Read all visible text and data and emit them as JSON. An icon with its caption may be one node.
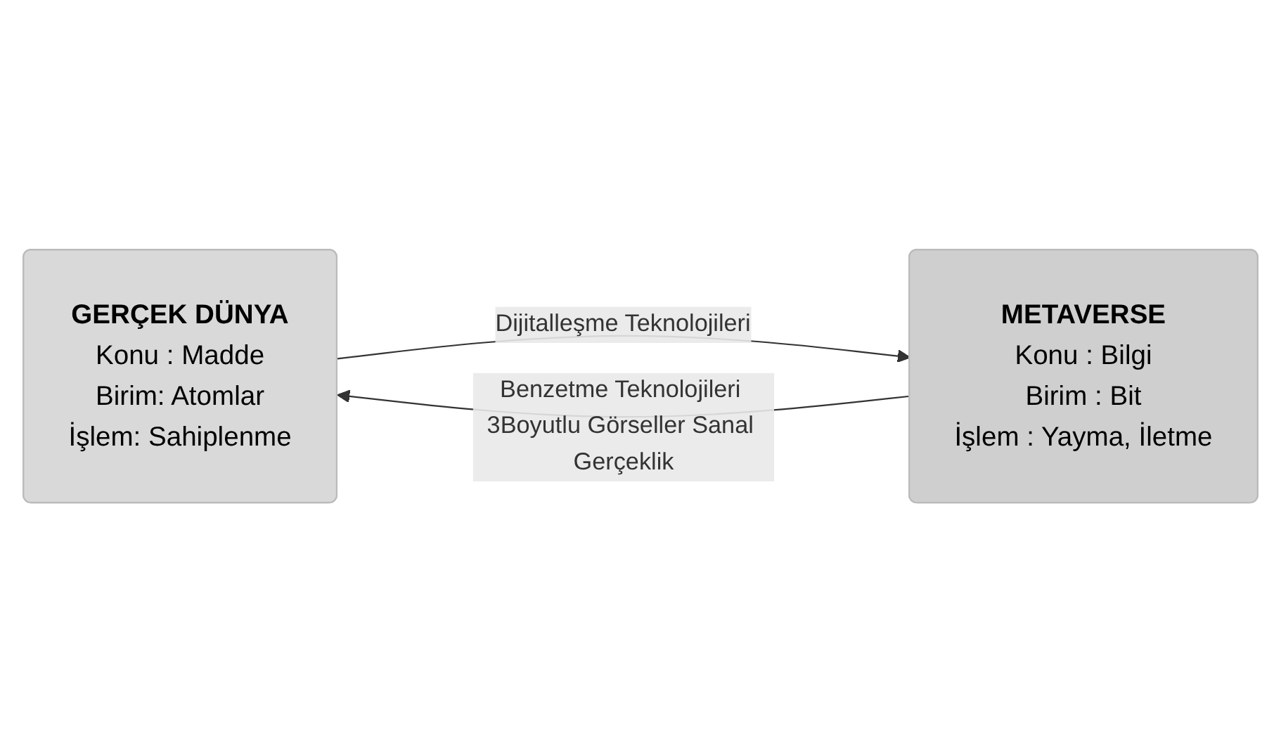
{
  "diagram": {
    "nodes": [
      {
        "text": [
          "GERÇEK DÜNYA",
          "Konu : Madde",
          "Birim: Atomlar",
          "İşlem: Sahiplenme"
        ]
      },
      {
        "text": [
          "METAVERSE",
          "Konu : Bilgi",
          "Birim : Bit",
          "İşlem : Yayma, İletme"
        ]
      }
    ],
    "edges": [
      {
        "from": 0,
        "to": 1,
        "arrow": "to",
        "label": "Dijitalleşme Teknolojileri"
      },
      {
        "from": 1,
        "to": 0,
        "arrow": "to",
        "label": "Benzetme Teknolojileri 3Boyutlu Görseller Sanal Gerçeklik"
      }
    ]
  }
}
